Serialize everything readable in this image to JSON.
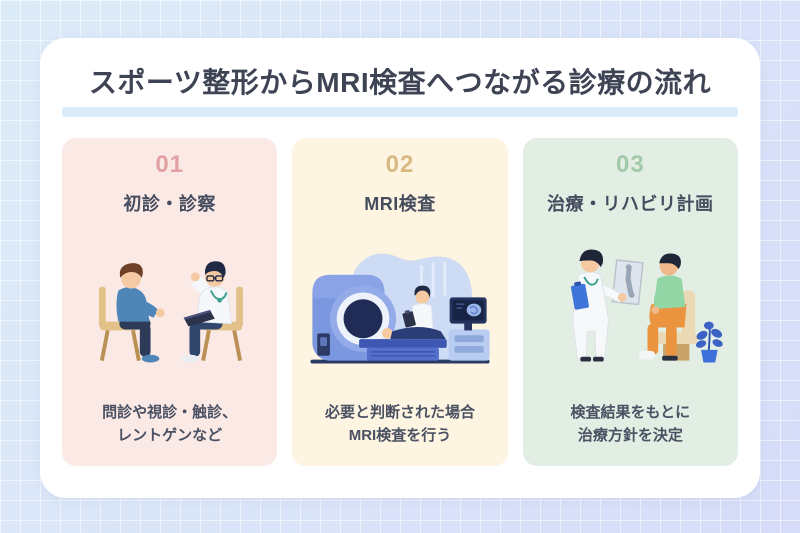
{
  "header": {
    "title": "スポーツ整形からMRI検査へつながる診療の流れ"
  },
  "steps": [
    {
      "number": "01",
      "title": "初診・診察",
      "desc_line1": "問診や視診・触診、",
      "desc_line2": "レントゲンなど",
      "illustration": "doctor-patient-consultation",
      "bg_color": "#fbe9e6",
      "accent_color": "#e2a2a4"
    },
    {
      "number": "02",
      "title": "MRI検査",
      "desc_line1": "必要と判断された場合",
      "desc_line2": "MRI検査を行う",
      "illustration": "mri-scanner-examination",
      "bg_color": "#fdf4e1",
      "accent_color": "#d9b981"
    },
    {
      "number": "03",
      "title": "治療・リハビリ計画",
      "desc_line1": "検査結果をもとに",
      "desc_line2": "治療方針を決定",
      "illustration": "doctor-explaining-xray-to-patient",
      "bg_color": "#e2eee4",
      "accent_color": "#a2c9a9"
    }
  ],
  "colors": {
    "background_top_left": "#dcebf8",
    "background_bottom_right": "#d6dcf8",
    "panel": "#ffffff",
    "title_text": "#3e4454",
    "title_underline": "#dcebf8",
    "body_text": "#4a5162"
  }
}
